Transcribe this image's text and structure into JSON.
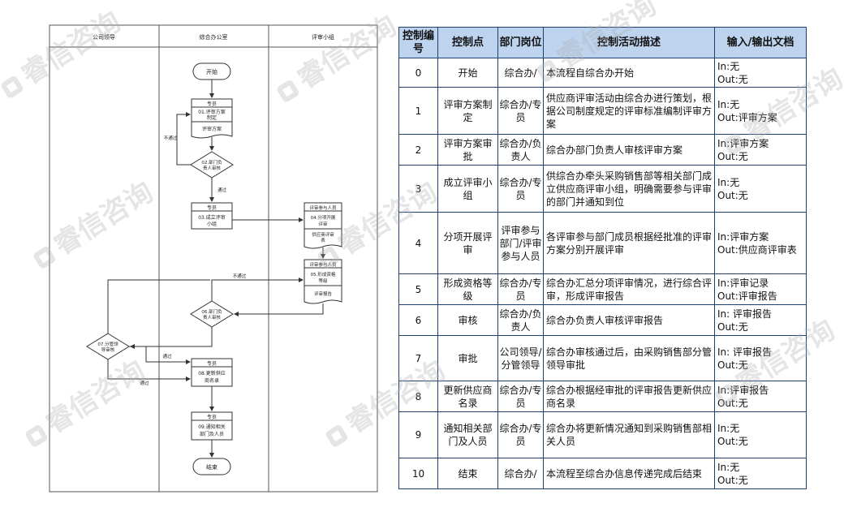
{
  "flowchart": {
    "lanes": [
      "公司领导",
      "综合办公室",
      "评审小组"
    ],
    "nodes": {
      "start": "开始",
      "n01_role": "专员",
      "n01_text": [
        "01.评审方案",
        "制定"
      ],
      "n01_doc": "评审方案",
      "n02_text": [
        "02.部门负",
        "责人审核"
      ],
      "n03_role": "专员",
      "n03_text": [
        "03.成立评审",
        "小组"
      ],
      "n04_role": "评审参与人员",
      "n04_text": [
        "04.分项开展",
        "评审"
      ],
      "n04_doc": [
        "供应商评审",
        "表"
      ],
      "n05_role": "评审参与人员",
      "n05_text": [
        "05.形成资格",
        "等级"
      ],
      "n05_doc": "评审报告",
      "n06_text": [
        "06.部门负",
        "责人审核"
      ],
      "n07_text": [
        "07.分管领",
        "导审核"
      ],
      "n08_role": "专员",
      "n08_text": [
        "08.更新供应",
        "商名录"
      ],
      "n09_role": "专员",
      "n09_text": [
        "09.通知相关",
        "部门及人员"
      ],
      "end": "结束"
    },
    "edge_labels": {
      "reject_02": "不通过",
      "pass_02": "通过",
      "reject_06": "不通过",
      "pass_07_a": "通过",
      "pass_07_b": "通过"
    }
  },
  "table": {
    "headers": [
      "控制编号",
      "控制点",
      "部门岗位",
      "控制活动描述",
      "输入/输出文档"
    ],
    "rows": [
      {
        "id": "0",
        "point": "开始",
        "dept": "综合办/",
        "desc": "本流程自综合办开始",
        "docs": "In:无\nOut:无"
      },
      {
        "id": "1",
        "point": "评审方案制定",
        "dept": "综合办/专员",
        "desc": "供应商评审活动由综合办进行策划，根据公司制度规定的评审标准编制评审方案",
        "docs": "In:无\nOut:评审方案"
      },
      {
        "id": "2",
        "point": "评审方案审批",
        "dept": "综合办/负责人",
        "desc": "综合办部门负责人审核评审方案",
        "docs": "In:评审方案\nOut:无"
      },
      {
        "id": "3",
        "point": "成立评审小组",
        "dept": "综合办/专员",
        "desc": "供综合办牵头采购销售部等相关部门成立供应商评审小组，明确需要参与评审的部门并通知到位",
        "docs": "In:无\nOut:无"
      },
      {
        "id": "4",
        "point": "分项开展评审",
        "dept": "评审参与部门/评审参与人员",
        "desc": "各评审参与部门成员根据经批准的评审方案分别开展评审",
        "docs": "In:评审方案\nOut:供应商评审表"
      },
      {
        "id": "5",
        "point": "形成资格等级",
        "dept": "综合办/专员",
        "desc": "综合办汇总分项评审情况，进行综合评审，形成评审报告",
        "docs": "In:评审记录\nOut:评审报告"
      },
      {
        "id": "6",
        "point": "审核",
        "dept": "综合办/负责人",
        "desc": "综合办负责人审核评审报告",
        "docs": "In: 评审报告\nOut:无"
      },
      {
        "id": "7",
        "point": "审批",
        "dept": "公司领导/分管领导",
        "desc": "综合办审核通过后，由采购销售部分管领导审批",
        "docs": "In: 评审报告\nOut:无"
      },
      {
        "id": "8",
        "point": "更新供应商名录",
        "dept": "综合办/专员",
        "desc": "综合办根据经审批的评审报告更新供应商名录",
        "docs": "In:评审报告\nOut:无"
      },
      {
        "id": "9",
        "point": "通知相关部门及人员",
        "dept": "综合办/专员",
        "desc": "综合办将更新情况通知到采购销售部相关人员",
        "docs": "In:无\nOut:无"
      },
      {
        "id": "10",
        "point": "结束",
        "dept": "综合办/",
        "desc": "本流程至综合办信息传递完成后结束",
        "docs": "In:无\nOut:无"
      }
    ]
  },
  "watermark": "睿信咨询"
}
